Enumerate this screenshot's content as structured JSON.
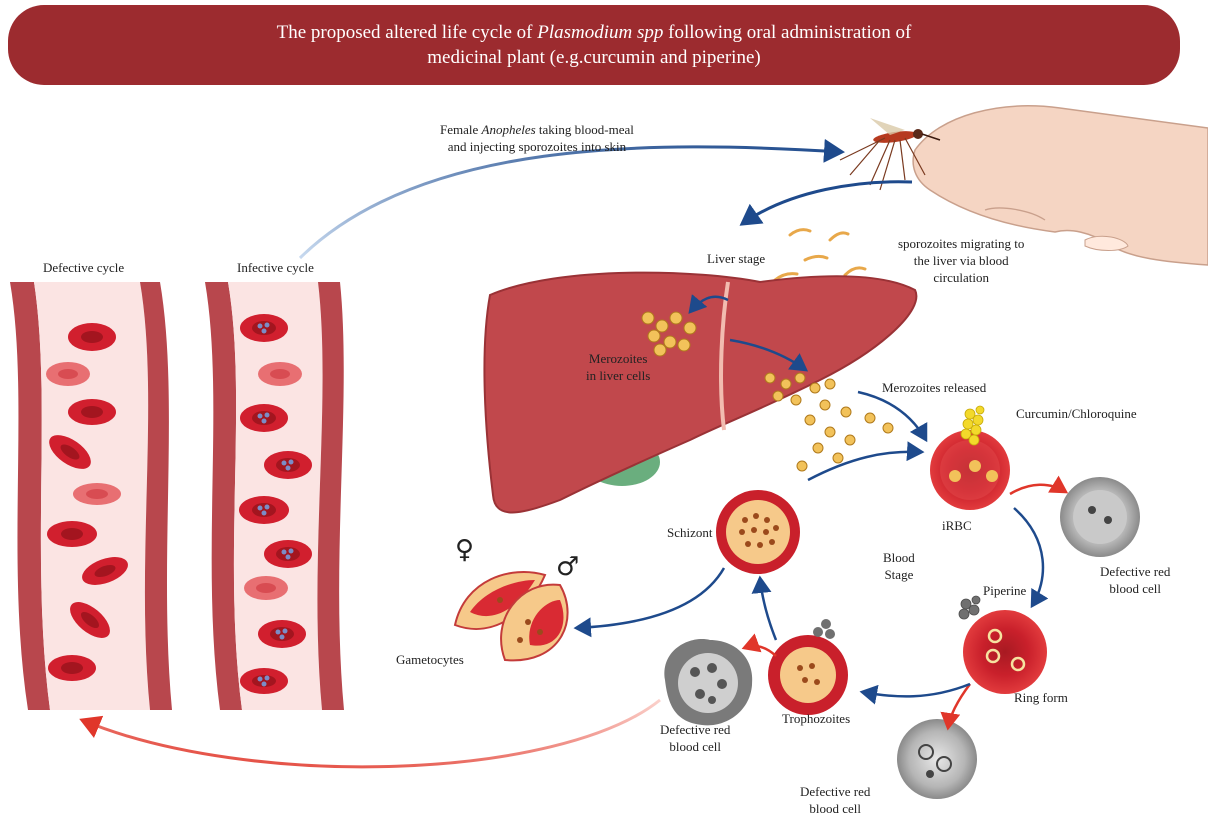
{
  "title": {
    "line1_pre": "The proposed altered life cycle of ",
    "line1_italic": "Plasmodium spp",
    "line1_post": " following oral administration of",
    "line2": "medicinal plant (e.g.curcumin and piperine)"
  },
  "mosquito_label": {
    "line1_pre": "Female ",
    "line1_italic": "Anopheles",
    "line1_post": " taking blood-meal",
    "line2": "and injecting sporozoites into skin"
  },
  "labels": {
    "sporozoites": [
      "sporozoites migrating to",
      "the liver via blood",
      "circulation"
    ],
    "defective_cycle": "Defective cycle",
    "infective_cycle": "Infective cycle",
    "liver_stage": "Liver stage",
    "merozoites_liver": [
      "Merozoites",
      "in liver cells"
    ],
    "merozoites_released": "Merozoites released",
    "curcumin": "Curcumin/Chloroquine",
    "irbc": "iRBC",
    "schizont": "Schizont",
    "blood_stage": [
      "Blood",
      "Stage"
    ],
    "piperine": "Piperine",
    "defective_rbc_1": [
      "Defective red",
      "blood cell"
    ],
    "gametocytes": "Gametocytes",
    "ring_form": "Ring form",
    "trophozoites": "Trophozoites",
    "defective_rbc_2": [
      "Defective red",
      "blood cell"
    ],
    "defective_rbc_3": [
      "Defective red",
      "blood cell"
    ]
  },
  "symbols": {
    "female": "♀",
    "male": "♂"
  }
}
